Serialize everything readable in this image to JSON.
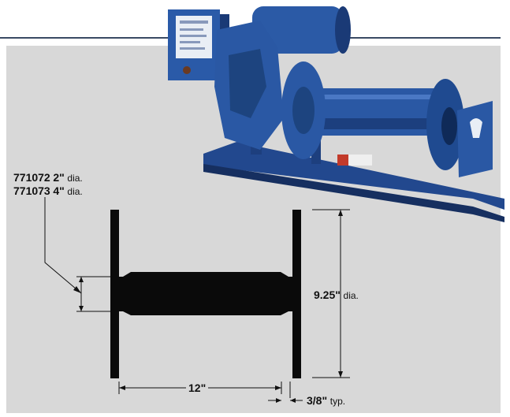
{
  "part_labels": [
    {
      "number": "771072",
      "size": "2\"",
      "unit": "dia."
    },
    {
      "number": "771073",
      "size": "4\"",
      "unit": "dia."
    }
  ],
  "dimensions": {
    "diameter": {
      "value": "9.25\"",
      "unit": "dia."
    },
    "length": {
      "value": "12\""
    },
    "flange_thickness": {
      "value": "3/8\"",
      "unit": "typ."
    }
  },
  "colors": {
    "winch_blue": "#244f98",
    "rule": "#3a4a64",
    "panel": "#d8d8d8",
    "drum": "#0a0a0a"
  }
}
